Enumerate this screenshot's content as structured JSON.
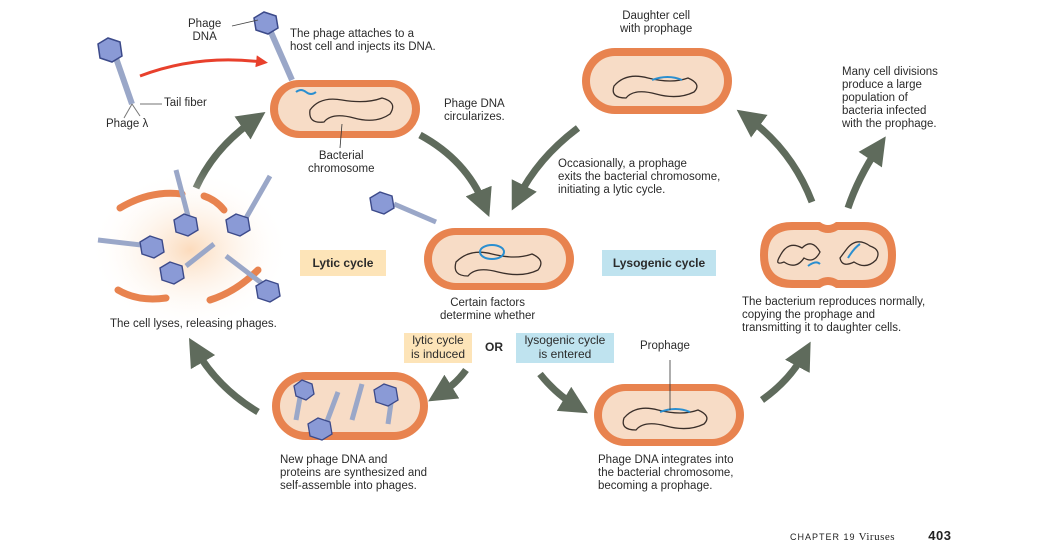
{
  "labels": {
    "phage_dna": "Phage\nDNA",
    "attaches": "The phage attaches to a\nhost cell and injects its DNA.",
    "tail_fiber": "Tail fiber",
    "phage_lambda": "Phage λ",
    "circularizes": "Phage DNA\ncircularizes.",
    "bacterial_chromosome": "Bacterial\nchromosome",
    "daughter_cell": "Daughter cell\nwith prophage",
    "many_divisions": "Many cell divisions\nproduce a large\npopulation of\nbacteria infected\nwith the prophage.",
    "occasionally": "Occasionally, a prophage\nexits the bacterial chromosome,\ninitiating a lytic cycle.",
    "lytic_cycle": "Lytic cycle",
    "lysogenic_cycle": "Lysogenic cycle",
    "cell_lyses": "The cell lyses, releasing phages.",
    "certain_factors": "Certain factors\ndetermine whether",
    "lytic_induced": "lytic cycle\nis induced",
    "or": "OR",
    "lysogenic_entered": "lysogenic cycle\nis entered",
    "prophage": "Prophage",
    "reproduces": "The bacterium reproduces normally,\ncopying the prophage and\ntransmitting it to daughter cells.",
    "new_phage": "New phage DNA and\nproteins are synthesized and\nself-assemble into phages.",
    "integrates": "Phage DNA integrates into\nthe bacterial chromosome,\nbecoming a prophage."
  },
  "footer": {
    "chapter": "CHAPTER 19",
    "title": "Viruses",
    "page": "403"
  },
  "colors": {
    "cell_outer": "#e8834f",
    "cell_inner": "#f7dcc6",
    "cycle_arrow": "#5f6b5c",
    "inject_arrow": "#e8402c",
    "phage_dna": "#2b8fd0",
    "chromosome": "#3a2f2a",
    "phage_head": "#8a9ad6",
    "lytic_box": "#fde4b8",
    "lysogenic_box": "#bfe3ef"
  }
}
